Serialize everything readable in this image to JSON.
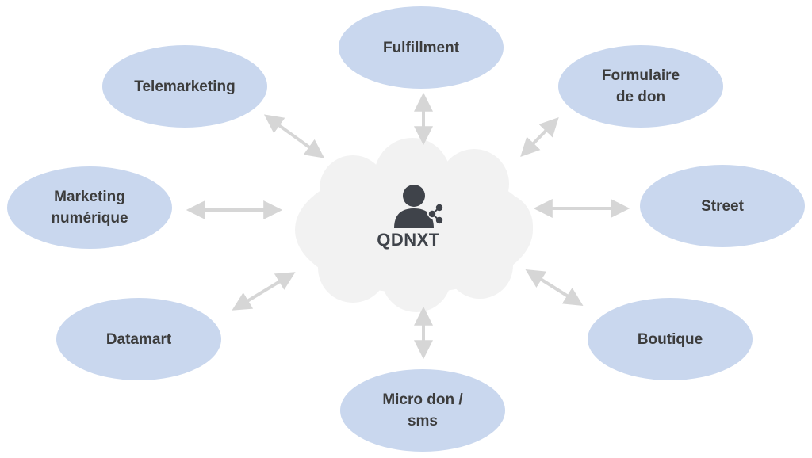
{
  "hub": {
    "label": "QDNXT",
    "icon": "user-share-icon"
  },
  "nodes": {
    "fulfillment": "Fulfillment",
    "telemarketing": "Telemarketing",
    "formulaire": "Formulaire\nde don",
    "marketing": "Marketing\nnumérique",
    "street": "Street",
    "datamart": "Datamart",
    "boutique": "Boutique",
    "micro": "Micro don /\nsms"
  },
  "colors": {
    "node_fill": "#c9d7ee",
    "cloud_fill": "#f2f2f2",
    "arrow": "#d6d6d6",
    "text": "#3c3c3c",
    "icon": "#3f434a"
  }
}
